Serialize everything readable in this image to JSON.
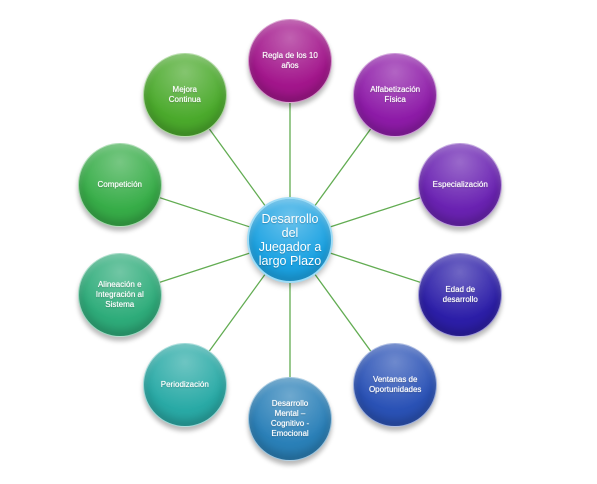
{
  "connector_color": "#62ac52",
  "center": {
    "lines": [
      "Desarrollo",
      "del",
      "Juegador a",
      "largo Plazo"
    ],
    "color": "#1ba2e2"
  },
  "nodes": [
    {
      "lines": [
        "Regla de los 10",
        "años"
      ],
      "color": "#a3168c"
    },
    {
      "lines": [
        "Alfabetización",
        "Física"
      ],
      "color": "#8e1ba8"
    },
    {
      "lines": [
        "Especialización"
      ],
      "color": "#6a22b2"
    },
    {
      "lines": [
        "Edad de",
        "desarrollo"
      ],
      "color": "#2c1ea8"
    },
    {
      "lines": [
        "Ventanas de",
        "Oportunidades"
      ],
      "color": "#2a52b6"
    },
    {
      "lines": [
        "Desarrollo",
        "Mental –",
        "Cognitivo -",
        "Emocional"
      ],
      "color": "#2a80b8"
    },
    {
      "lines": [
        "Periodización"
      ],
      "color": "#29aaa6"
    },
    {
      "lines": [
        "Alineación e",
        "Integración al",
        "Sistema"
      ],
      "color": "#2eac7a"
    },
    {
      "lines": [
        "Competición"
      ],
      "color": "#37ad48"
    },
    {
      "lines": [
        "Mejora",
        "Continua"
      ],
      "color": "#4baa2c"
    }
  ]
}
